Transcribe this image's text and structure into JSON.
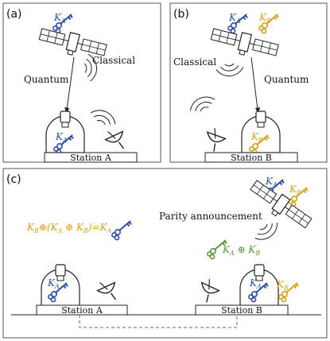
{
  "panels": {
    "a": {
      "label": "(a)",
      "classical": "Classical",
      "quantum": "Quantum",
      "station": "Station A",
      "key_top": {
        "base": "K",
        "sub": "A"
      },
      "key_dome": {
        "base": "K",
        "sub": "A"
      }
    },
    "b": {
      "label": "(b)",
      "classical": "Classical",
      "quantum": "Quantum",
      "station": "Station B",
      "key_top_a": {
        "base": "K",
        "sub": "A"
      },
      "key_top_b": {
        "base": "K",
        "sub": "B"
      },
      "key_dome": {
        "base": "K",
        "sub": "B"
      }
    },
    "c": {
      "label": "(c)",
      "parity": "Parity announcement",
      "station_a": "Station A",
      "station_b": "Station B",
      "equation": {
        "p1": "K",
        "s1": "B",
        "p2": "⊕(K",
        "s2": "A",
        "p3": " ⊕ K",
        "s3": "B",
        "p4": ")=K",
        "s4": "A"
      },
      "sat_key_a": {
        "base": "K",
        "sub": "A"
      },
      "sat_key_b": {
        "base": "K",
        "sub": "B"
      },
      "xor_label": {
        "p1": "K",
        "s1": "A",
        "p2": " ⊕ K",
        "s2": "B"
      },
      "dome_a_key": {
        "base": "K",
        "sub": "A"
      },
      "dome_b_key": {
        "base": "K",
        "sub": "A"
      },
      "side_key": {
        "base": "K",
        "sub": "B"
      }
    }
  },
  "colors": {
    "key_a": "#2b4fa8",
    "key_b": "#d7a21c",
    "key_xor": "#5a9a3a",
    "link": "#4a6fb0",
    "frame": "#555555"
  }
}
